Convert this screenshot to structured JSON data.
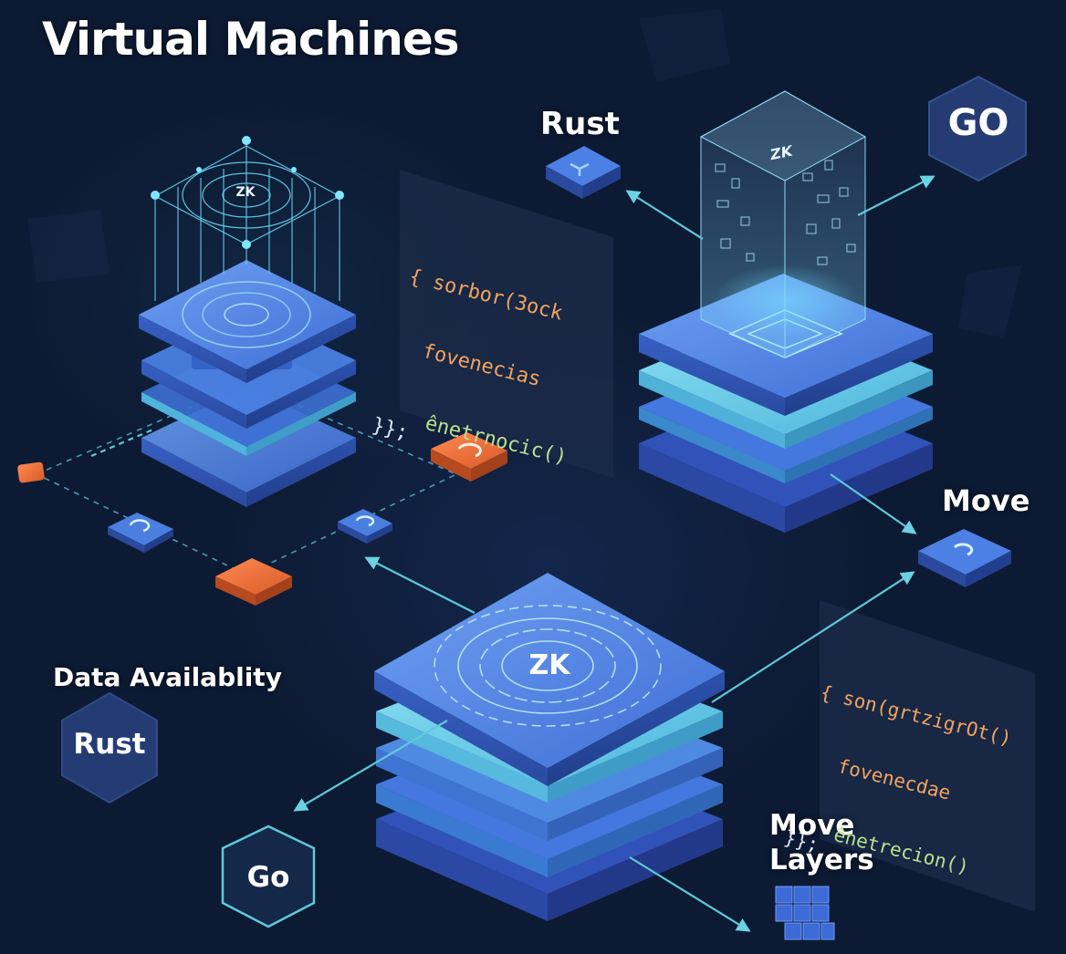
{
  "title": "Virtual Machines",
  "labels": {
    "rust_top": "Rust",
    "go_top": "GO",
    "move": "Move",
    "data_availability": "Data Availablity",
    "rust_hex": "Rust",
    "go_bottom": "Go",
    "move_layers": "Move\nLayers"
  },
  "zk": {
    "main": "ZK",
    "left_tower": "ZK",
    "right_tower": "ZK"
  },
  "code_panel_1": {
    "line1": "{ sorbor(3ock",
    "line2": "fovenecias",
    "line3": "ênetrnocic()",
    "line4": "}};"
  },
  "code_panel_2": {
    "line1": "{ son(grtzigrOt()",
    "line2": "fovenecdae",
    "line3": "ênetrecion()",
    "line4": "}};"
  },
  "colors": {
    "background": "#0d1a33",
    "layer_blue": "#4a7fe0",
    "layer_teal": "#5ec8e8",
    "accent_orange": "#e8703a",
    "arrow_cyan": "#5fc9d8",
    "hex_fill": "#243b74"
  },
  "icons": [
    "rust-cube-icon",
    "move-cube-icon",
    "sync-icon",
    "blocks-icon"
  ]
}
